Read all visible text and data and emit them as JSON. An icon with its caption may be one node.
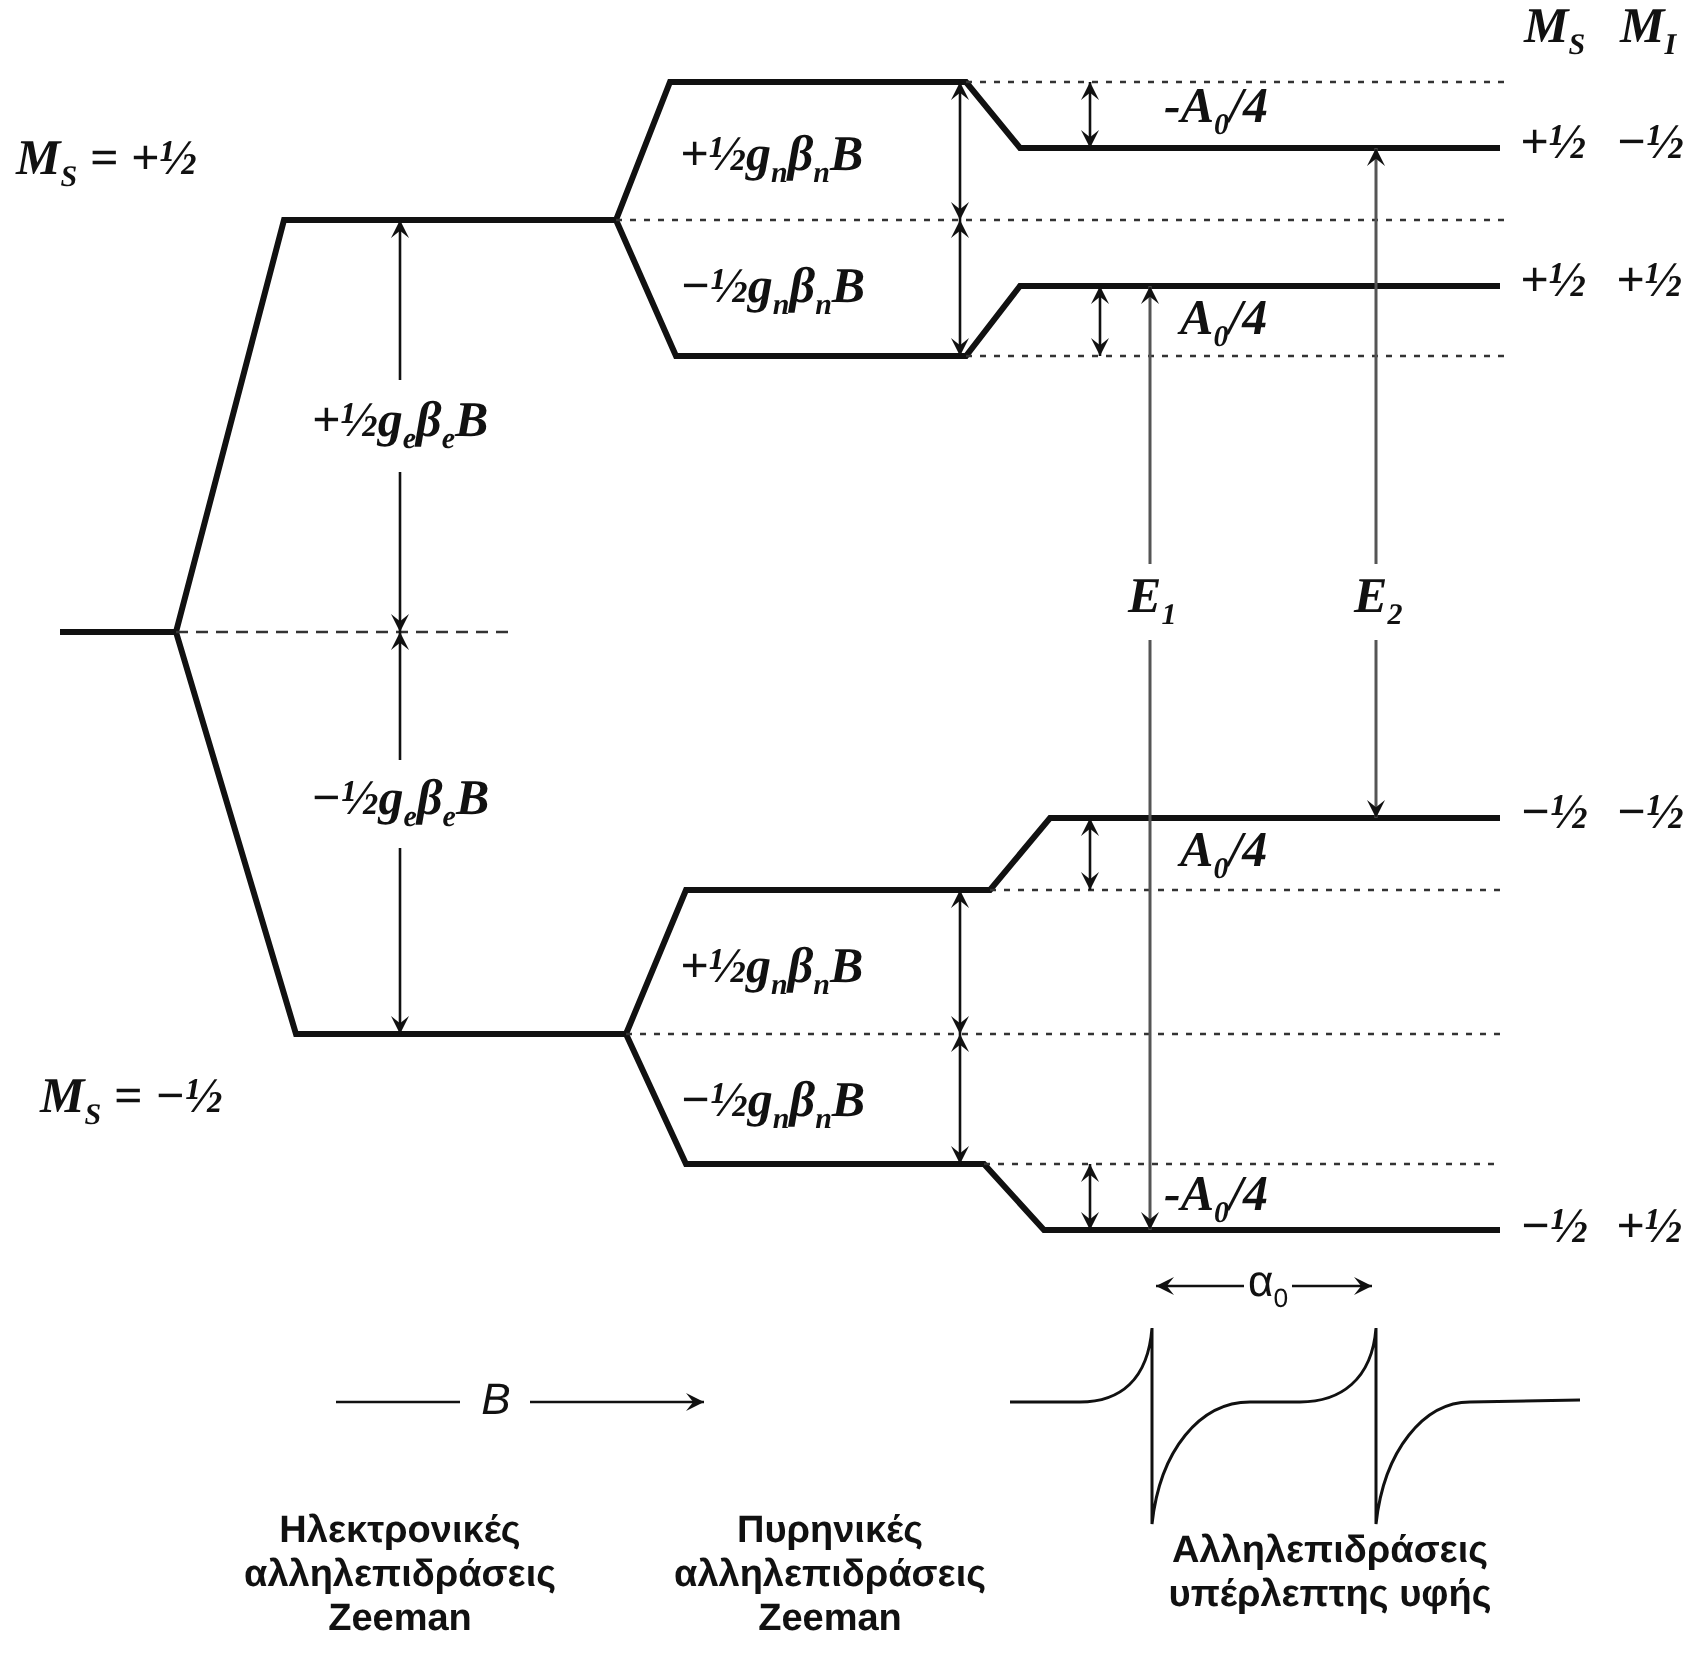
{
  "diagram": {
    "labels": [
      "M$_{S}$",
      "M$_{I}$",
      "-A$_{0}$/4",
      "+½",
      "−½",
      "M$_{S}$ = +½",
      "+½g$_{n}$β$_{n}$B",
      "−½g$_{n}$β$_{n}$B",
      "+½",
      "+½",
      "A$_{0}$/4",
      "+½g$_{e}$β$_{e}$B",
      "E$_{1}$",
      "E$_{2}$",
      "−½g$_{e}$β$_{e}$B",
      "−½",
      "−½",
      "A$_{0}$/4",
      "+½g$_{n}$β$_{n}$B",
      "M$_{S}$ = −½",
      "−½g$_{n}$β$_{n}$B",
      "-A$_{0}$/4",
      "−½",
      "+½",
      "α$_{0}$",
      "B",
      "Ηλεκτρονικές αλληλεπιδράσεις Zeeman",
      "Πυρηνικές αλληλεπιδράσεις Zeeman",
      "Αλληλεπιδράσεις υπέρλεπτης υφής"
    ]
  }
}
